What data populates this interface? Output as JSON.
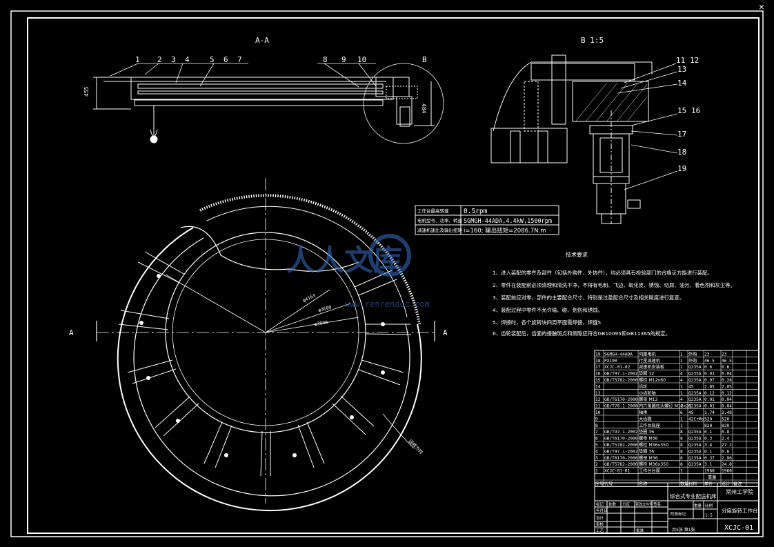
{
  "window": {
    "close_glyph": "✕"
  },
  "views": {
    "section_aa": "A-A",
    "detail_b": "B 1:5",
    "section_letter_left": "A",
    "section_letter_right": "A",
    "detail_marker": "B"
  },
  "dimensions": {
    "height_left": "455",
    "height_right": "484",
    "dia_outer": "φ4163",
    "dia_mid": "φ3600",
    "dia_inner": "φ3000",
    "rotation_note": "回转方向"
  },
  "part_callouts_aa": [
    "1",
    "2",
    "3",
    "4",
    "5",
    "6",
    "7",
    "8",
    "9",
    "10"
  ],
  "part_callouts_b": [
    "11",
    "12",
    "13",
    "14",
    "15",
    "16",
    "17",
    "18",
    "19"
  ],
  "spec_table": {
    "rows": [
      {
        "label": "工作台最高转速",
        "value": "0.5rpm"
      },
      {
        "label": "电机型号、功率、转速",
        "value": "SGMGH-44ADA,4.4kW,1500rpm"
      },
      {
        "label": "减速机速比及输出扭矩",
        "value": "i=160; 输出扭矩=2086.7N.m"
      }
    ]
  },
  "technical_requirements": {
    "title": "技术要求",
    "items": [
      "1、进入装配的零件及部件（包括外购件、外协件），均必须具有检验部门的合格证方能进行装配。",
      "2、零件在装配前必须清理和清洗干净，不得有毛刺、飞边、氧化皮、锈蚀、切屑、油污、着色剂和灰尘等。",
      "3、装配前应对零、部件的主要配合尺寸，特别是过盈配合尺寸及相关精度进行复查。",
      "4、装配过程中零件不允许磕、碰、划伤和锈蚀。",
      "5、焊接时，各个旋转块四周平面需焊接，焊缝5",
      "6、齿轮装配后，齿面的接触斑点和侧隙应符合GB10095和GB11365的规定。"
    ]
  },
  "bom": {
    "rows": [
      [
        "19",
        "SGMGH-44ADA",
        "伺服电机",
        "1",
        "外购",
        "23",
        "23",
        ""
      ],
      [
        "18",
        "PX190",
        "行星减速机",
        "1",
        "外购",
        "46.5",
        "46.5",
        ""
      ],
      [
        "17",
        "XCJC-01-02",
        "减速机安装板",
        "1",
        "Q235A",
        "0.6",
        "0.6",
        ""
      ],
      [
        "16",
        "GB/T97.1-2002",
        "垫圈 12",
        "4",
        "Q235A",
        "0.01",
        "0.04",
        ""
      ],
      [
        "15",
        "GB/T5782-2000",
        "螺栓 M12x60",
        "4",
        "Q235A",
        "0.07",
        "0.28",
        ""
      ],
      [
        "14",
        "",
        "齿轮",
        "1",
        "45",
        "2.05",
        "2.05",
        ""
      ],
      [
        "13",
        "",
        "小齿轮轴",
        "1",
        "Q235A",
        "0.12",
        "0.12",
        ""
      ],
      [
        "12",
        "GB/T6170-2000",
        "螺母 M12",
        "4",
        "Q235A",
        "0.01",
        "0.04",
        ""
      ],
      [
        "11",
        "GB/T70.1-2000",
        "内六角圆柱头螺钉 M12x25",
        "4",
        "Q235A",
        "0.01",
        "0.04",
        ""
      ],
      [
        "10",
        "",
        "轴承",
        "6",
        "45",
        "1.74",
        "3.48",
        ""
      ],
      [
        "9",
        "",
        "大齿圈",
        "1",
        "42CrMo",
        "520",
        "520",
        ""
      ],
      [
        "8",
        "",
        "工作台底座",
        "1",
        "",
        "820",
        "820",
        ""
      ],
      [
        "7",
        "GB/T97.1-2002",
        "垫圈 36",
        "8",
        "Q235A",
        "0.1",
        "0.8",
        ""
      ],
      [
        "6",
        "GB/T6170-2000",
        "螺母 M36",
        "8",
        "Q235A",
        "0.3",
        "2.4",
        ""
      ],
      [
        "5",
        "GB/T5782-2000",
        "螺栓 M36x350",
        "8",
        "Q235A",
        "3.4",
        "27.2",
        ""
      ],
      [
        "4",
        "GB/T97.1-2002",
        "垫圈 36",
        "8",
        "Q235A",
        "0.1",
        "0.8",
        ""
      ],
      [
        "3",
        "GB/T6170-2000",
        "螺母 M36",
        "8",
        "Q235A",
        "0.37",
        "2.96",
        ""
      ],
      [
        "2",
        "GB/T5782-2000",
        "螺栓 M36x350",
        "8",
        "Q235A",
        "3.1",
        "24.8",
        ""
      ],
      [
        "1",
        "XCJC-01-01",
        "工作台台面",
        "1",
        "",
        "1960",
        "1960",
        ""
      ]
    ],
    "header": [
      "序号",
      "代号",
      "名称",
      "数量",
      "材料",
      "单件",
      "总计",
      "备注"
    ],
    "weight_label": "重量"
  },
  "title_block": {
    "school": "常州工学院",
    "product": "综合式专业配送机床",
    "drawing_name": "分度旋转工作台",
    "drawing_no": "XCJC-01",
    "scale": "1:5",
    "sheet": "共5张 第1张",
    "row_labels": [
      "标记",
      "处数",
      "分区",
      "更改文件号",
      "签名",
      "年月日"
    ],
    "design": "设计",
    "check": "审核",
    "process": "工艺",
    "approve": "批准",
    "stage_label": "阶段标记",
    "weight": "重量",
    "ratio": "比例"
  },
  "watermark": {
    "text": "人人文库",
    "sub": "www.renrendoc.com"
  }
}
